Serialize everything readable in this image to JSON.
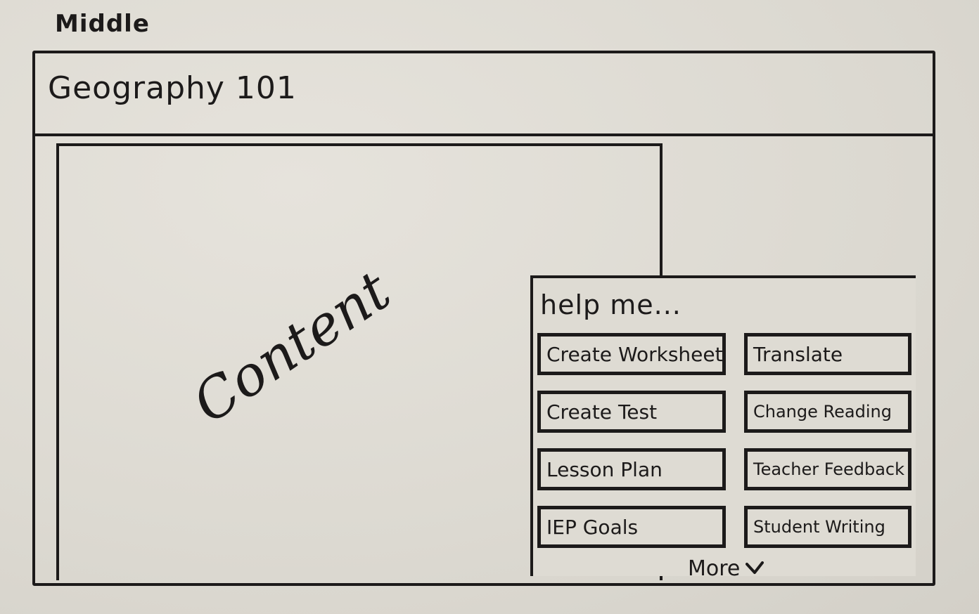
{
  "page_label": "Middle",
  "window": {
    "title": "Geography 101"
  },
  "content": {
    "label": "Content"
  },
  "help_panel": {
    "title": "help me...",
    "options": [
      {
        "label": "Create Worksheet"
      },
      {
        "label": "Translate"
      },
      {
        "label": "Create Test"
      },
      {
        "label": "Change Reading"
      },
      {
        "label": "Lesson Plan"
      },
      {
        "label": "Teacher Feedback"
      },
      {
        "label": "IEP Goals"
      },
      {
        "label": "Student Writing"
      }
    ],
    "more_label": "More",
    "more_icon": "chevron-down-icon"
  },
  "colors": {
    "paper": "#dedbd3",
    "ink": "#1c1a1a"
  }
}
